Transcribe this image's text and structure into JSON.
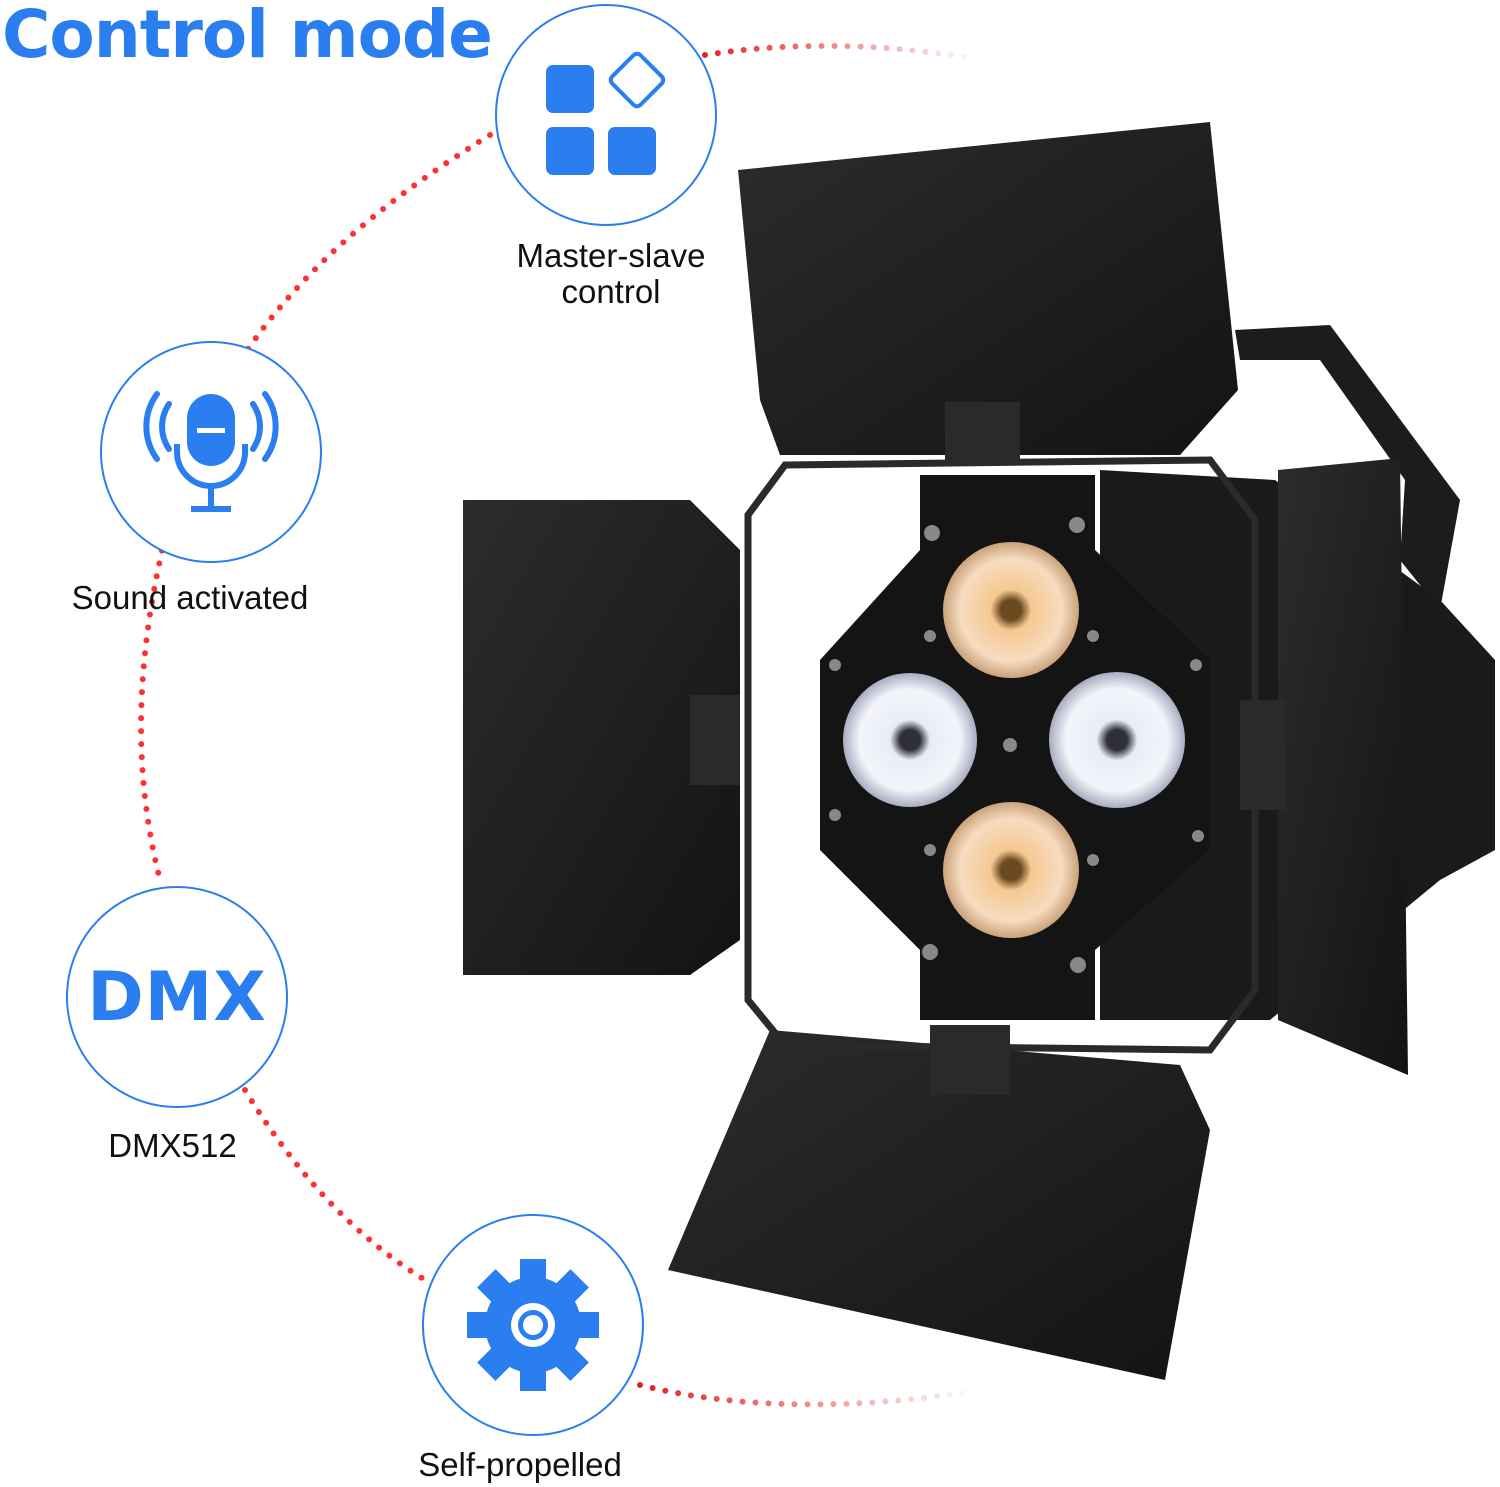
{
  "title": "Control mode",
  "accent_color": "#2a7ef0",
  "features": [
    {
      "label": "Master-slave control",
      "line1": "Master-slave",
      "line2": "control",
      "icon": "grid-diamond-icon"
    },
    {
      "label": "Sound activated",
      "icon": "microphone-icon"
    },
    {
      "label": "DMX512",
      "icon_text": "DMX",
      "icon": "dmx-icon"
    },
    {
      "label": "Self-propelled",
      "icon": "gear-icon"
    }
  ]
}
